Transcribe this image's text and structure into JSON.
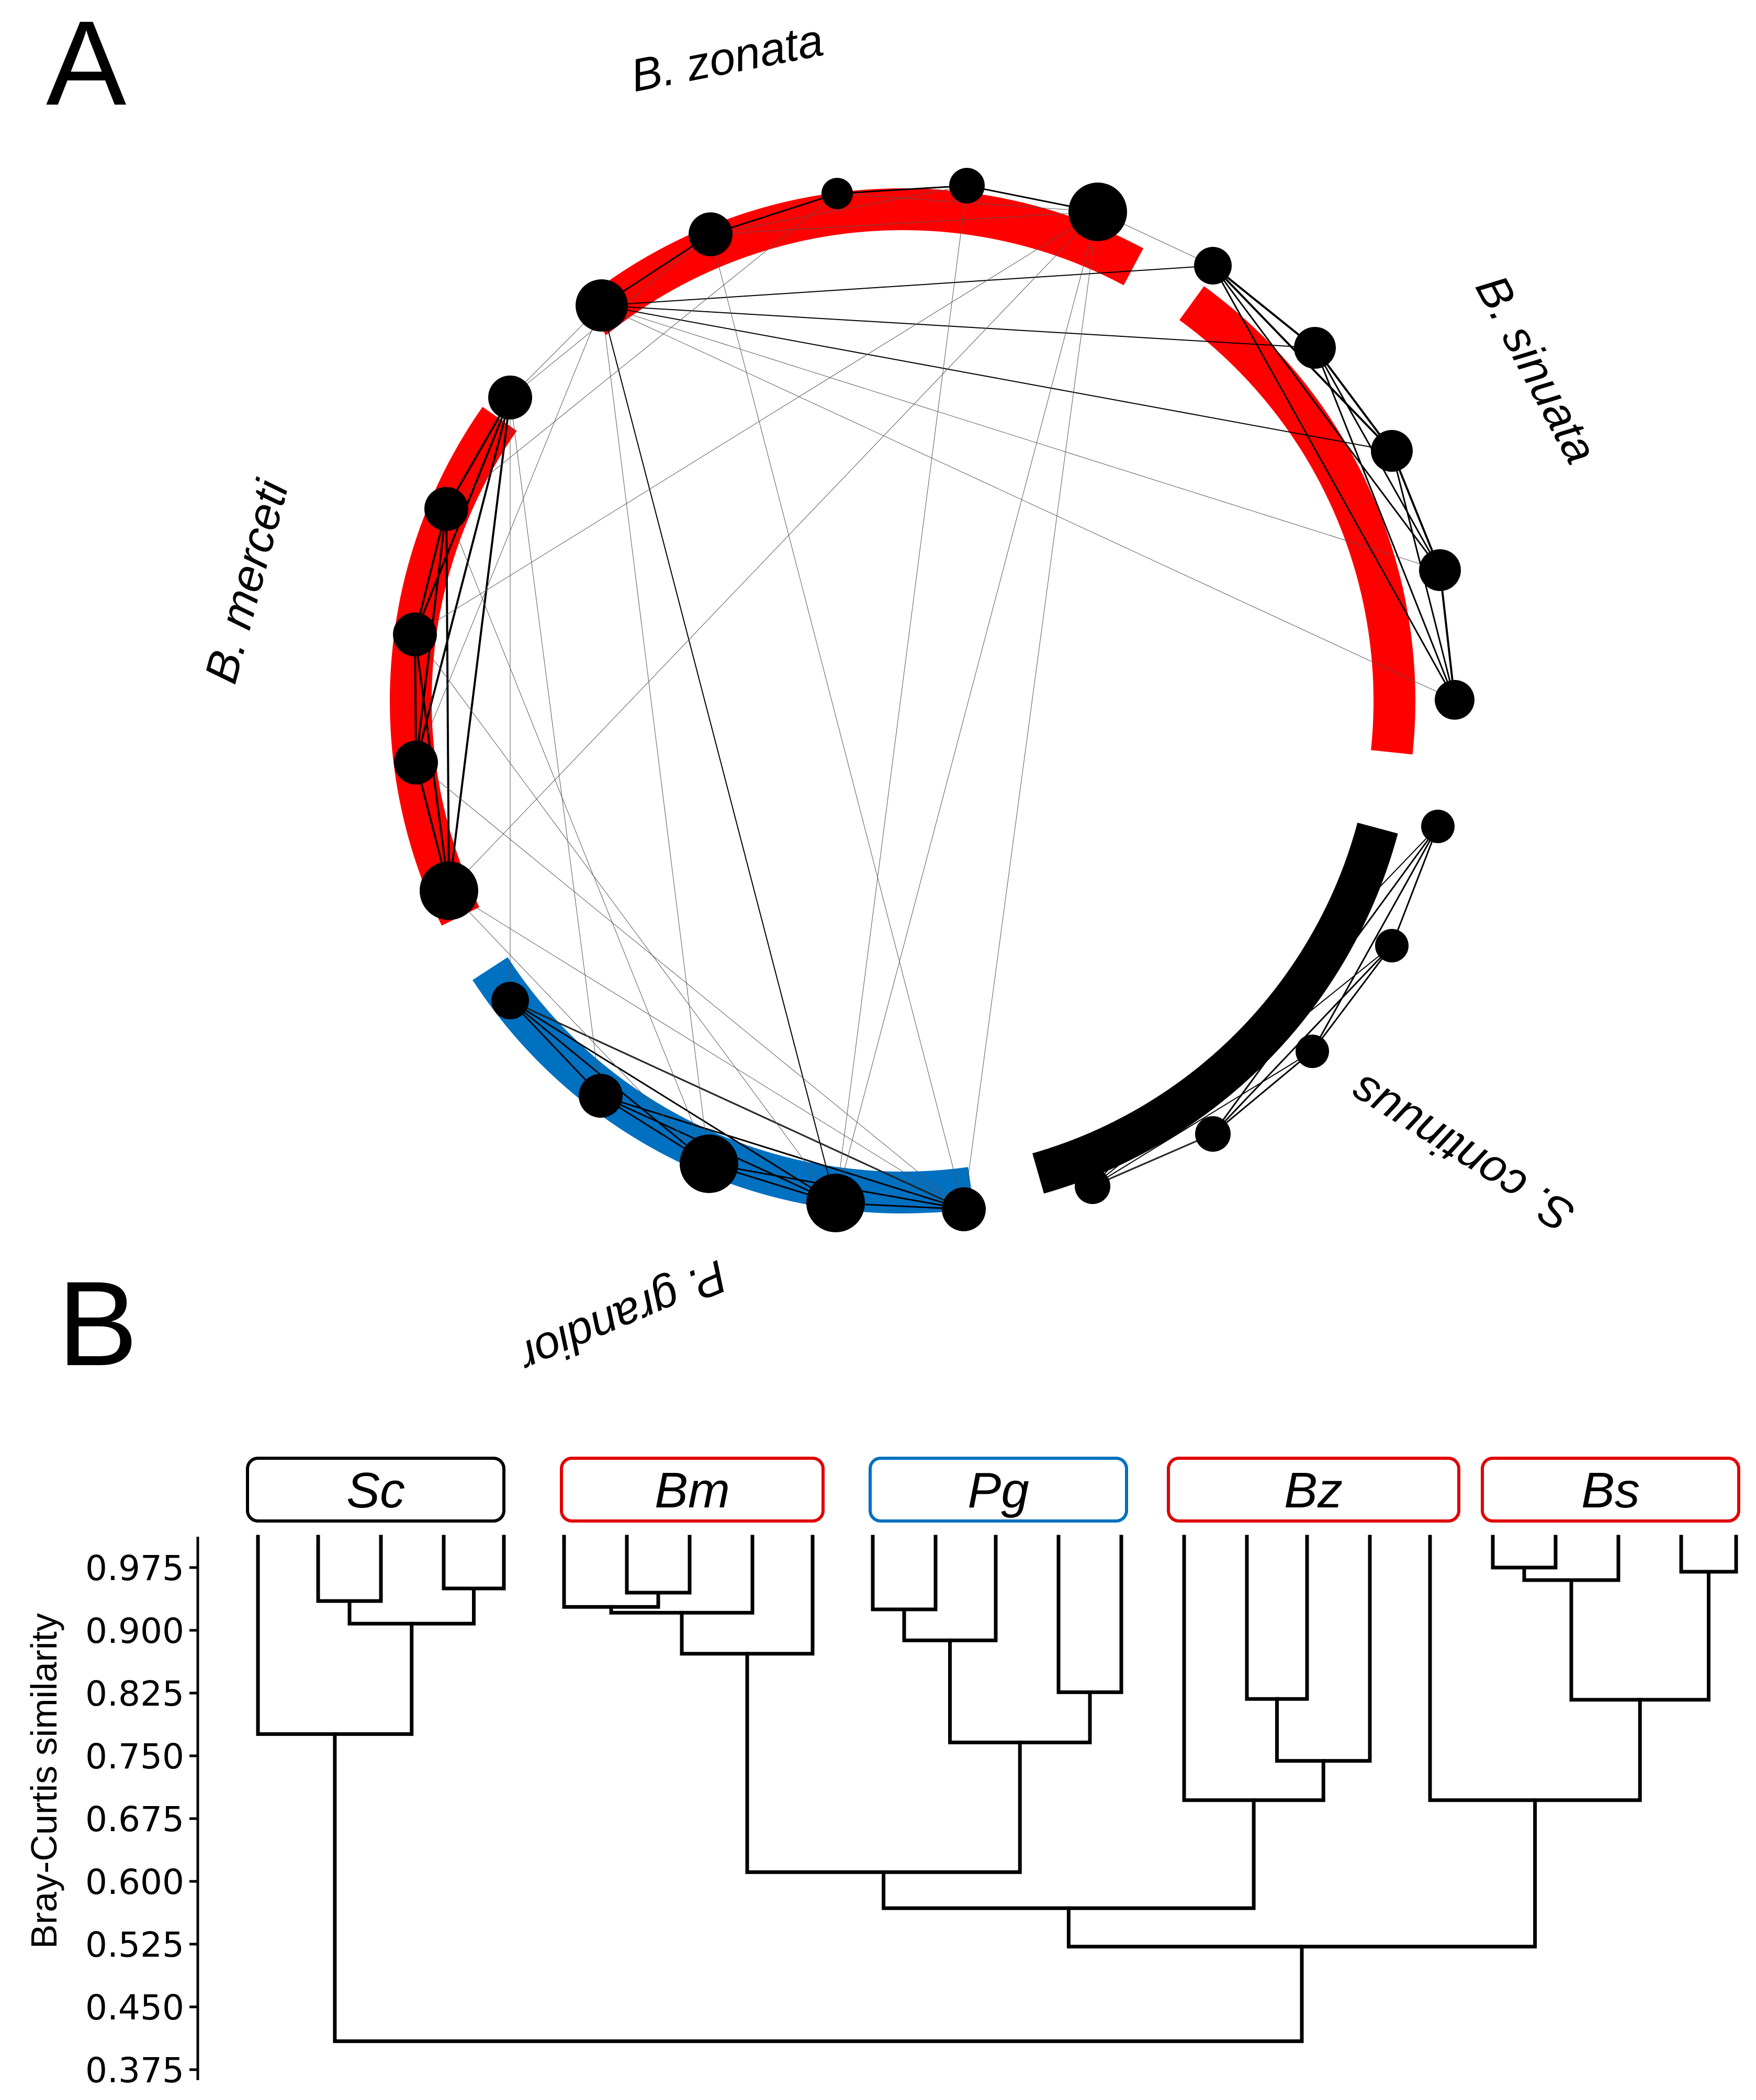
{
  "panel_a": {
    "letter": "A",
    "groups": [
      {
        "id": "Bz",
        "label": "B. zonata",
        "color": "#ff0000"
      },
      {
        "id": "Bs",
        "label": "B. sinuata",
        "color": "#ff0000"
      },
      {
        "id": "Sc",
        "label": "S. continuus",
        "color": "#000000"
      },
      {
        "id": "Pg",
        "label": "P. grandior",
        "color": "#0070c0"
      },
      {
        "id": "Bm",
        "label": "B. merceti",
        "color": "#ff0000"
      }
    ],
    "node_count": 25
  },
  "panel_b": {
    "letter": "B",
    "groups": [
      {
        "id": "Sc",
        "label": "Sc",
        "color": "#000000"
      },
      {
        "id": "Bm",
        "label": "Bm",
        "color": "#e00000"
      },
      {
        "id": "Pg",
        "label": "Pg",
        "color": "#0070c0"
      },
      {
        "id": "Bz",
        "label": "Bz",
        "color": "#e00000"
      },
      {
        "id": "Bs",
        "label": "Bs",
        "color": "#e00000"
      }
    ]
  },
  "chart_data": {
    "type": "dendrogram",
    "ylabel": "Bray-Curtis similarity",
    "ylim": [
      0.375,
      0.985
    ],
    "yticks": [
      "0.975",
      "0.900",
      "0.825",
      "0.750",
      "0.675",
      "0.600",
      "0.525",
      "0.450",
      "0.375"
    ],
    "leaves_per_group": {
      "Sc": 5,
      "Bm": 5,
      "Pg": 5,
      "Bz": 5,
      "Bs": 5
    },
    "merges": [
      {
        "group": "Sc",
        "between": "Sc leaves 2-3",
        "similarity": 0.935
      },
      {
        "group": "Sc",
        "between": "Sc leaves 4-5",
        "similarity": 0.95
      },
      {
        "group": "Sc",
        "between": "Sc 2-3 + 4-5",
        "similarity": 0.908
      },
      {
        "group": "Sc",
        "between": "Sc leaf 1 + rest",
        "similarity": 0.776
      },
      {
        "group": "Bm",
        "between": "Bm leaves 2-3",
        "similarity": 0.945
      },
      {
        "group": "Bm",
        "between": "Bm leaf 1 + 2-3",
        "similarity": 0.928
      },
      {
        "group": "Bm",
        "between": "Bm + leaf 4",
        "similarity": 0.921
      },
      {
        "group": "Bm",
        "between": "Bm + leaf 5",
        "similarity": 0.872
      },
      {
        "group": "Pg",
        "between": "Pg leaves 1-2",
        "similarity": 0.925
      },
      {
        "group": "Pg",
        "between": "Pg 1-2 + leaf 3",
        "similarity": 0.888
      },
      {
        "group": "Pg",
        "between": "Pg leaves 4-5",
        "similarity": 0.826
      },
      {
        "group": "Pg",
        "between": "Pg 1-3 + 4-5",
        "similarity": 0.766
      },
      {
        "group": "Bz",
        "between": "Bz leaves 2-3",
        "similarity": 0.818
      },
      {
        "group": "Bz",
        "between": "Bz 2-3 + leaf 4",
        "similarity": 0.744
      },
      {
        "group": "Bz",
        "between": "Bz leaf 1 + rest",
        "similarity": 0.697
      },
      {
        "group": "Bs",
        "between": "Bs leaves 1-2",
        "similarity": 0.975
      },
      {
        "group": "Bs",
        "between": "Bs 1-2 + leaf 3",
        "similarity": 0.96
      },
      {
        "group": "Bs",
        "between": "Bs leaves 4-5",
        "similarity": 0.97
      },
      {
        "group": "Bs",
        "between": "Bs 1-3 + 4-5",
        "similarity": 0.817
      },
      {
        "group": "Bs",
        "between": "Bs leaf 0 + rest",
        "similarity": 0.697
      },
      {
        "group": "Bm+Pg",
        "between": "Bm + Pg",
        "similarity": 0.611
      },
      {
        "group": "Bm+Pg+Bz",
        "between": "(Bm+Pg) + Bz",
        "similarity": 0.568
      },
      {
        "group": "Bm+Pg+Bz+Bs",
        "between": "(Bm+Pg+Bz) + Bs",
        "similarity": 0.522
      },
      {
        "group": "all",
        "between": "Sc + all others",
        "similarity": 0.409
      }
    ]
  }
}
